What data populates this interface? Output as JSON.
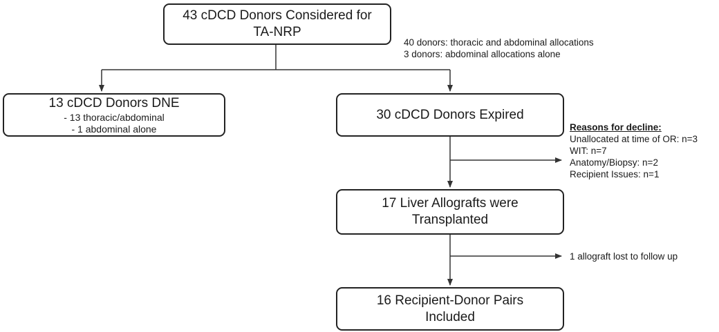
{
  "boxes": {
    "considered": "43 cDCD Donors Considered for TA-NRP",
    "dne": {
      "title": "13 cDCD Donors DNE",
      "lines": [
        "- 13 thoracic/abdominal",
        "- 1 abdominal alone"
      ]
    },
    "expired": "30 cDCD Donors Expired",
    "transplanted": "17 Liver Allografts were Transplanted",
    "included": "16 Recipient-Donor Pairs Included"
  },
  "notes": {
    "allocations": [
      "40 donors: thoracic and abdominal allocations",
      "3 donors: abdominal allocations alone"
    ],
    "decline_heading": "Reasons for decline:",
    "decline_reasons": [
      "Unallocated at time of OR: n=3",
      "WIT: n=7",
      "Anatomy/Biopsy:  n=2",
      "Recipient Issues: n=1"
    ],
    "lost": "1 allograft lost to follow up"
  },
  "colors": {
    "line": "#333333",
    "box_border": "#222222"
  }
}
